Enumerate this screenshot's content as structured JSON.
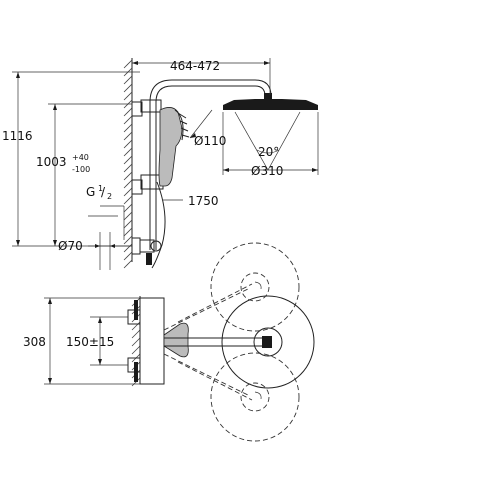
{
  "labels": {
    "arm_width": "464-472",
    "rain_diameter": "Ø310",
    "hand_diameter": "Ø110",
    "rain_angle": "20°",
    "total_height": "1116",
    "mount_height": "1003",
    "mount_tol_plus": "+40",
    "mount_tol_minus": "-100",
    "thread": "G",
    "thread_num": "1",
    "thread_den": "2",
    "hose_length": "1750",
    "outlet_diameter": "Ø70",
    "body_height": "308",
    "center_distance": "150±15"
  }
}
